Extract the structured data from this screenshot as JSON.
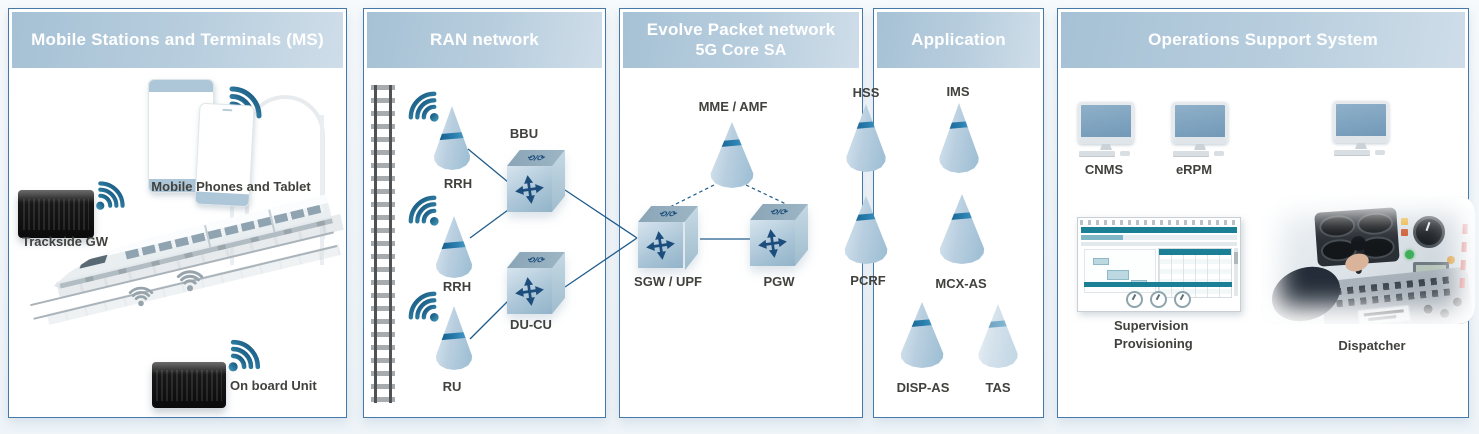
{
  "panels": {
    "ms": {
      "title": "Mobile Stations and Terminals (MS)",
      "mobile_label": "Mobile Phones and Tablet",
      "trackside_label": "Trackside GW",
      "onboard_label": "On board Unit"
    },
    "ran": {
      "title": "RAN network",
      "bbu_label": "BBU",
      "rrh1_label": "RRH",
      "rrh2_label": "RRH",
      "ru_label": "RU",
      "ducu_label": "DU-CU"
    },
    "core": {
      "title_line1": "Evolve Packet network",
      "title_line2": "5G Core SA",
      "mme_label": "MME / AMF",
      "sgw_label": "SGW / UPF",
      "pgw_label": "PGW"
    },
    "app": {
      "title": "Application",
      "hss_label": "HSS",
      "ims_label": "IMS",
      "pcrf_label": "PCRF",
      "mcx_label": "MCX-AS",
      "disp_label": "DISP-AS",
      "tas_label": "TAS"
    },
    "oss": {
      "title": "Operations Support System",
      "cnms_label": "CNMS",
      "erpm_label": "eRPM",
      "supervision_line1": "Supervision",
      "supervision_line2": "Provisioning",
      "dispatcher_label": "Dispatcher"
    }
  },
  "icons": {
    "wifi": "wifi-arcs-icon",
    "antenna_cone": "antenna-cone-icon",
    "router_cube": "router-cube-icon",
    "cube_top_glyph": "⟲/⟳",
    "railway": "railway-track-icon",
    "train": "high-speed-train-icon",
    "gateway_box": "rugged-gateway-box-icon",
    "desktop": "desktop-computer-icon"
  },
  "colors": {
    "header_gradient_start": "#a6c1d5",
    "header_gradient_end": "#cfdde9",
    "header_text": "#ffffff",
    "panel_border": "#4678a8",
    "connector_line": "#1f5c8c",
    "label_text": "#41413d",
    "cone_band": "#0b517f",
    "app_teal": "#1b7f96"
  }
}
